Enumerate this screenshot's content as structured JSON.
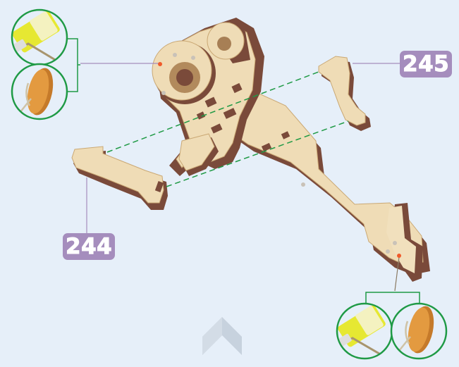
{
  "parts": [
    {
      "id": "part-244",
      "number": "244"
    },
    {
      "id": "part-245",
      "number": "245"
    }
  ],
  "hints": [
    {
      "id": "glue-hint-top-left",
      "tools": [
        "glue-stick-icon",
        "wood-disc-icon"
      ]
    },
    {
      "id": "glue-hint-bottom-right",
      "tools": [
        "glue-stick-icon",
        "wood-disc-icon"
      ]
    }
  ],
  "colors": {
    "background": "#e6eff9",
    "label_bg": "#a58dbd",
    "wood_light": "#efdcb6",
    "wood_edge": "#7a4a3a",
    "guide_dash": "#1f9a45",
    "circle_stroke": "#1f9a45",
    "glue_yellow": "#e6e832",
    "leader": "#a58dbd",
    "glue_dot": "#f05a2a"
  }
}
